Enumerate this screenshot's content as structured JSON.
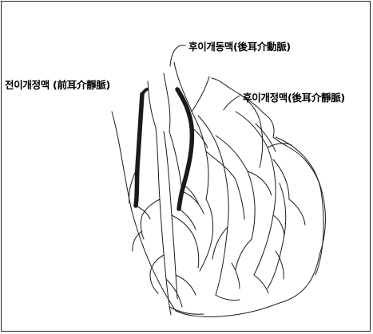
{
  "labels": {
    "posterior_interventricular_artery": "후이개동맥(後耳介動脈)",
    "anterior_interventricular_vein": "전이개정맥 (前耳介靜脈)",
    "posterior_interventricular_vein": "후이개정맥(後耳介靜脈)"
  },
  "colors": {
    "line": "#1a1a1a",
    "background": "#ffffff"
  }
}
